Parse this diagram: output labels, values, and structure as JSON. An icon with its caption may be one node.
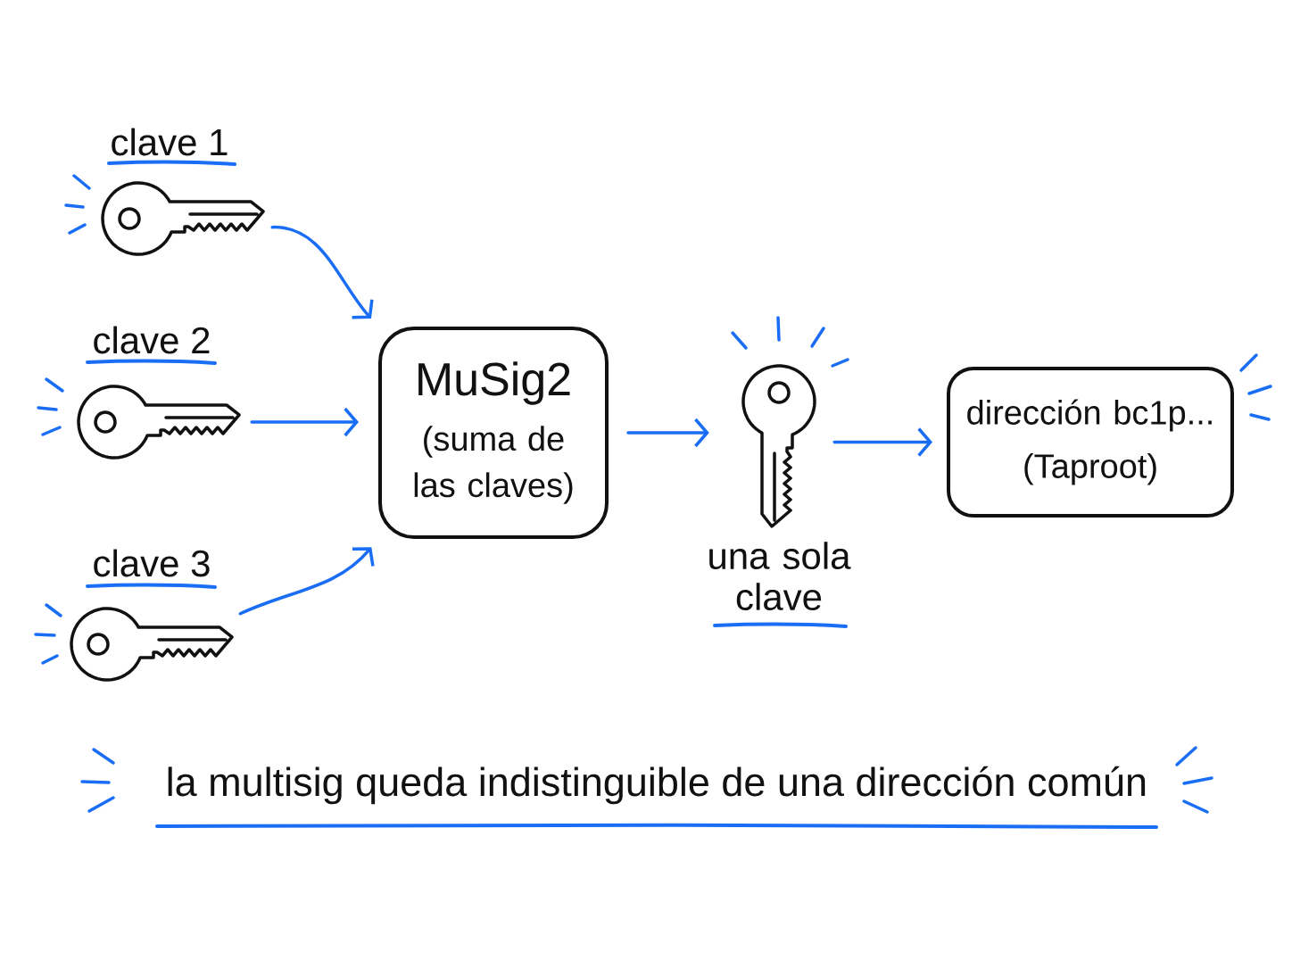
{
  "diagram": {
    "nodes": [
      {
        "text": [],
        "shape": "key",
        "beside": [
          "clave 1"
        ]
      },
      {
        "text": [],
        "shape": "key",
        "beside": [
          "clave 2"
        ]
      },
      {
        "text": [],
        "shape": "key",
        "beside": [
          "clave 3"
        ]
      },
      {
        "text": [
          "MuSig2",
          "(suma de las claves)"
        ]
      },
      {
        "text": [],
        "shape": "key",
        "beside": [
          "una sola clave"
        ]
      },
      {
        "text": [
          "dirección bc1p... (Taproot)"
        ]
      }
    ],
    "edges": [
      {
        "from": 0,
        "to": 3,
        "arrow": "to"
      },
      {
        "from": 1,
        "to": 3,
        "arrow": "to"
      },
      {
        "from": 2,
        "to": 3,
        "arrow": "to"
      },
      {
        "from": 3,
        "to": 4,
        "arrow": "to"
      },
      {
        "from": 4,
        "to": 5,
        "arrow": "to"
      }
    ],
    "labels": [
      "la multisig queda indistinguible de una dirección común"
    ]
  }
}
